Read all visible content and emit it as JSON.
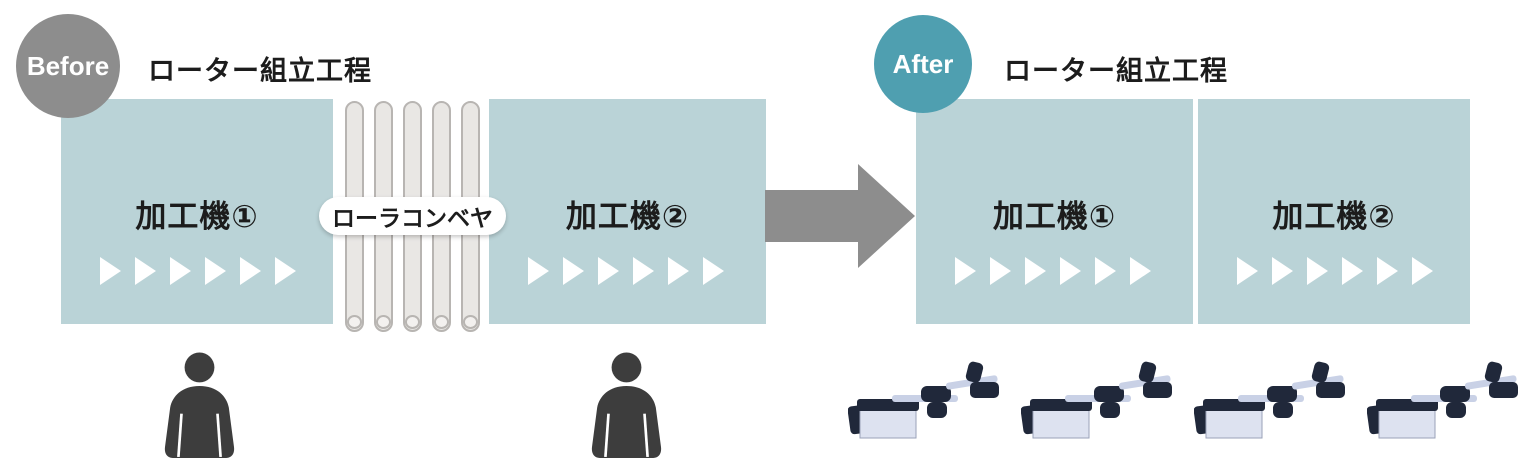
{
  "before": {
    "badge_label": "Before",
    "title": "ローター組立工程",
    "machine1_label": "加工機①",
    "machine2_label": "加工機②",
    "conveyor_label": "ローラコンベヤ",
    "conveyor_roller_count": 5,
    "flow_arrow_count": 6,
    "worker_count": 2
  },
  "after": {
    "badge_label": "After",
    "title": "ローター組立工程",
    "machine1_label": "加工機①",
    "machine2_label": "加工機②",
    "flow_arrow_count": 6,
    "robot_count": 4
  },
  "colors": {
    "machine_box": "#bad3d7",
    "before_badge": "#8d8d8d",
    "after_badge": "#4f9fb0",
    "transition_arrow": "#8d8d8d",
    "flow_arrow": "#ffffff",
    "worker_icon": "#3d3d3d",
    "roller_fill": "#e9e7e4",
    "roller_border": "#b8b5b2",
    "text": "#1c1c1c"
  }
}
